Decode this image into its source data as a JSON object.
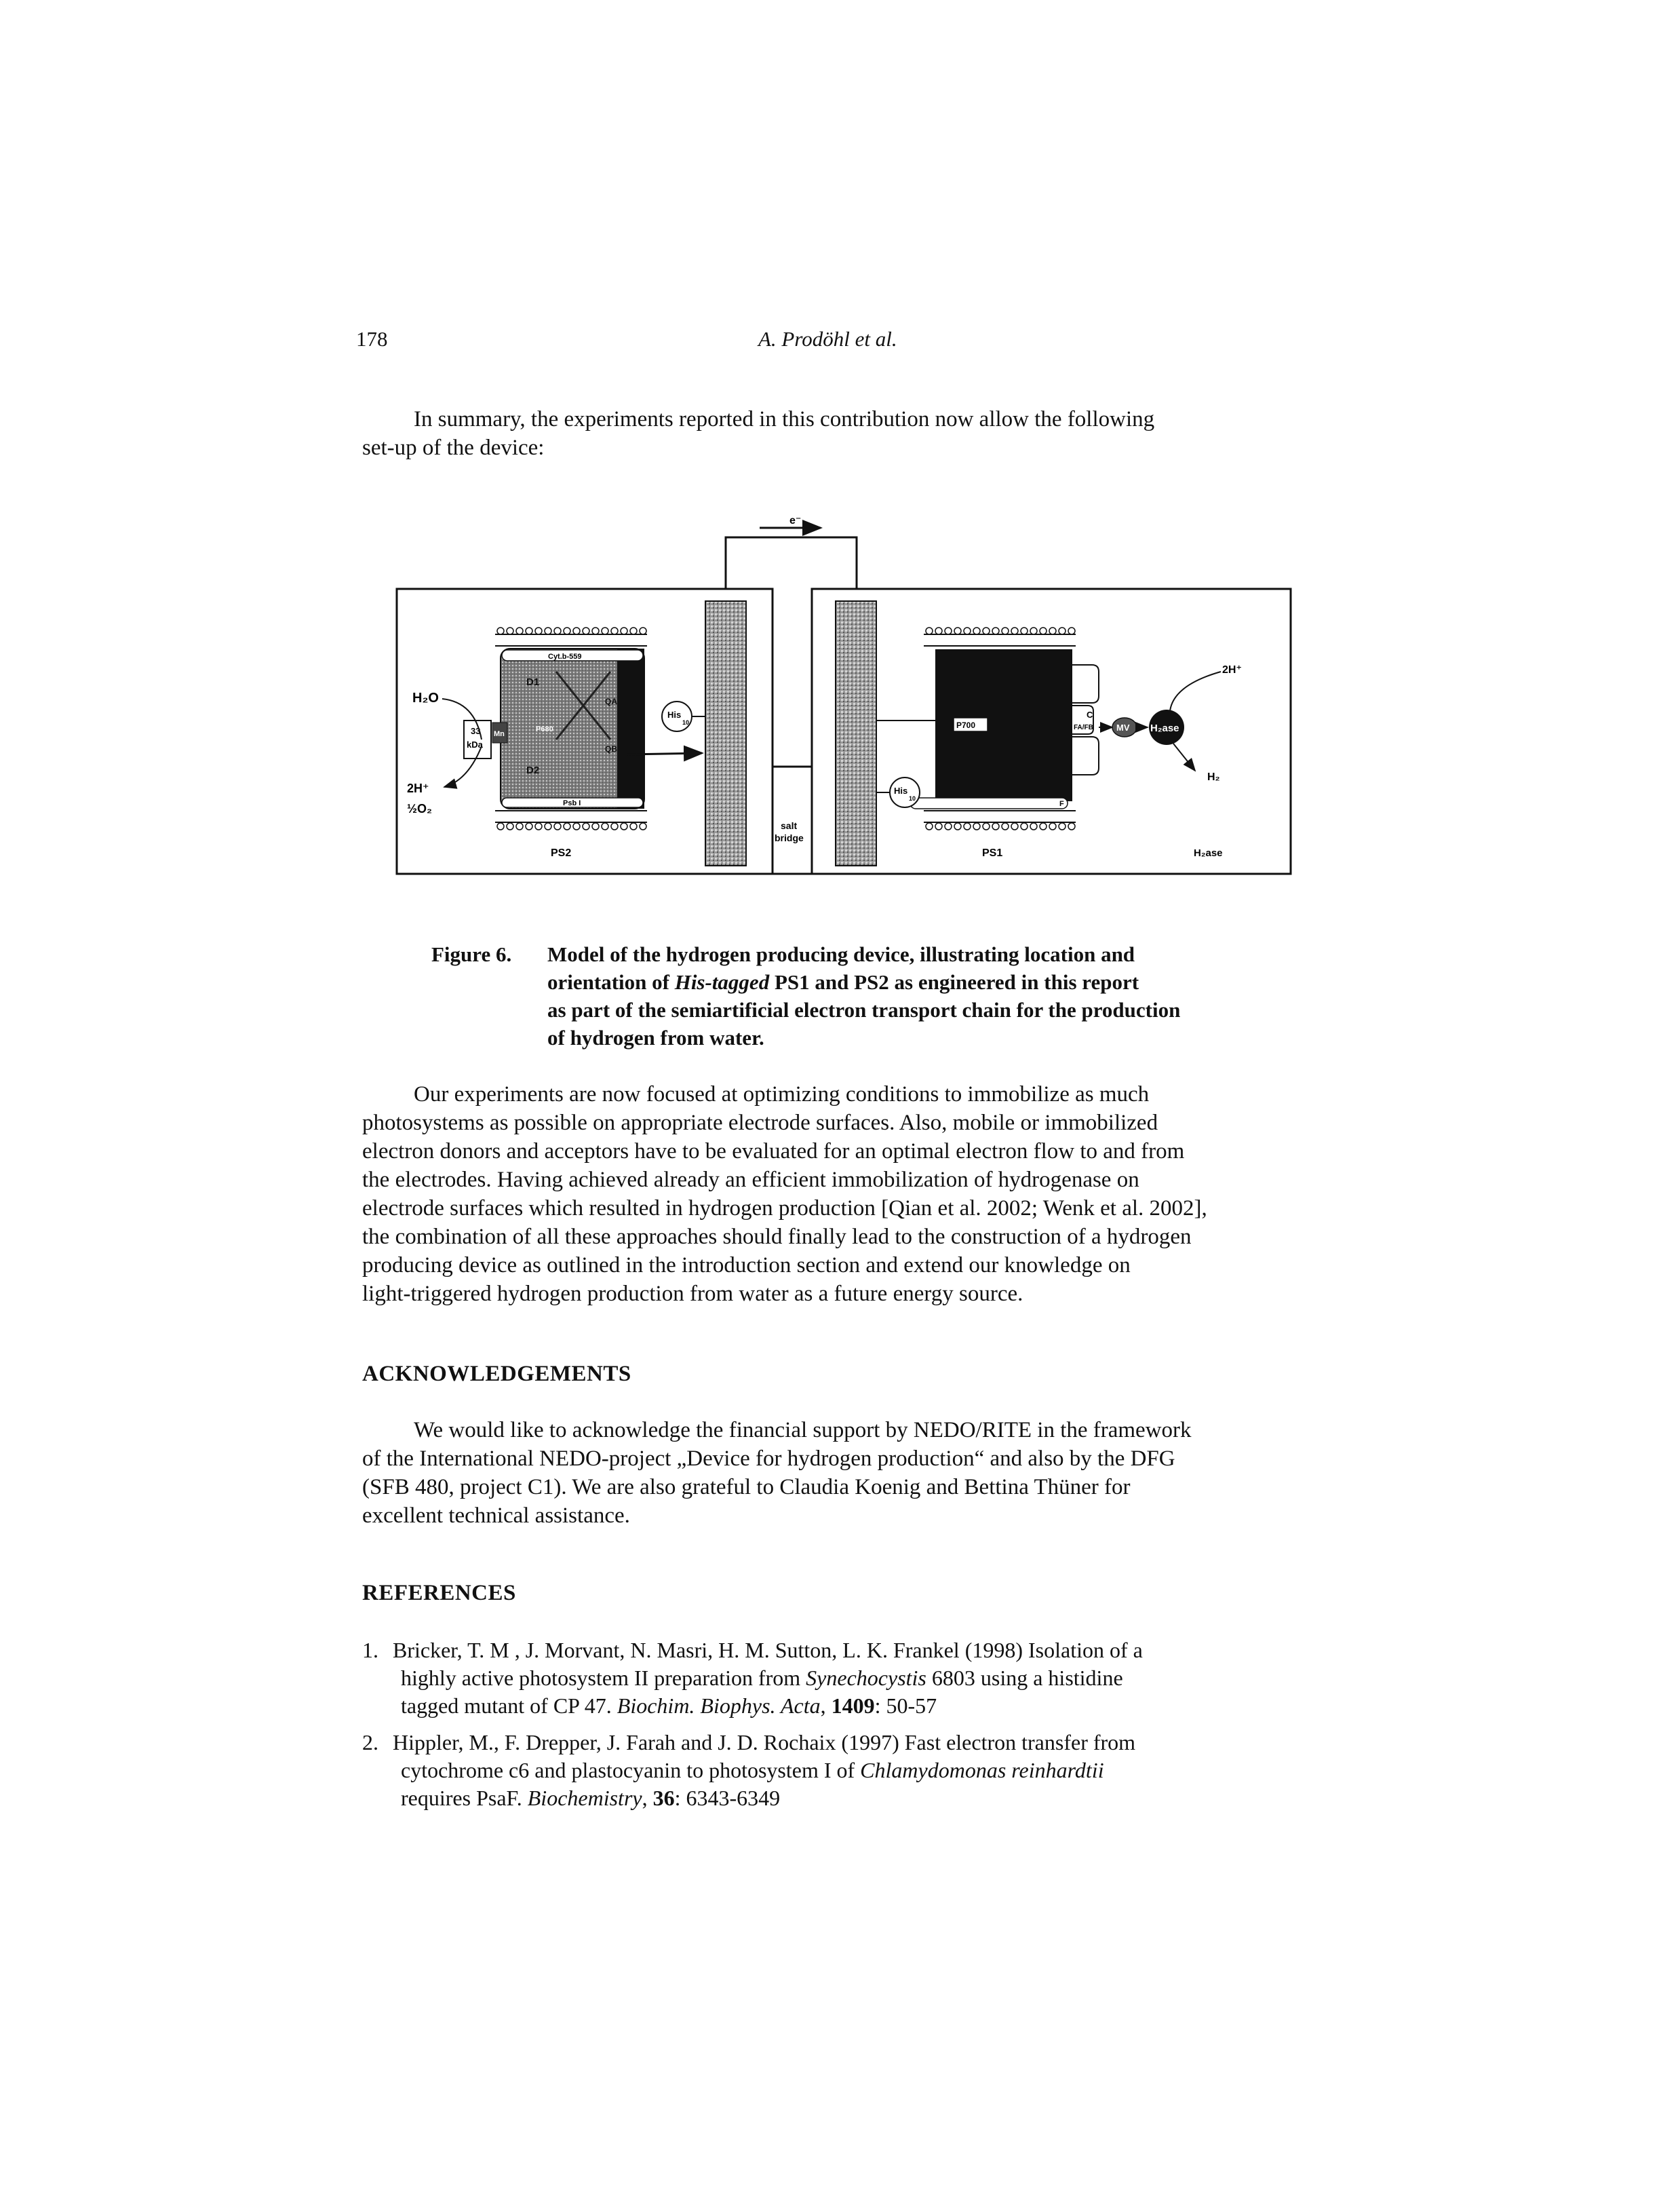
{
  "header": {
    "page_number": "178",
    "running_title": "A. Prodöhl et al."
  },
  "intro": {
    "line1": "In summary, the experiments reported in this contribution now allow the following",
    "line2": "set-up of the device:"
  },
  "figure": {
    "electron_label": "e⁻",
    "ps2_labels": {
      "h2o": "H₂O",
      "cyt": "Cyt.b-559",
      "d1": "D1",
      "d2": "D2",
      "kda33_a": "33",
      "kda33_b": "kDa",
      "mn": "Mn",
      "p680": "P680",
      "qa": "QA",
      "qb": "QB",
      "his": "His",
      "his_sub": "10",
      "psbi": "Psb I",
      "twoh": "2H⁺",
      "halfo2": "½O₂",
      "name": "PS2"
    },
    "bridge": {
      "line1": "salt",
      "line2": "bridge"
    },
    "ps1_labels": {
      "p700": "P700",
      "c": "C",
      "fafb": "FA/FB",
      "f": "F",
      "his": "His",
      "his_sub": "10",
      "mv": "MV",
      "h2ase": "H₂ase",
      "twoh": "2H⁺",
      "h2": "H₂",
      "name": "PS1",
      "h2ase_label": "H₂ase"
    }
  },
  "caption": {
    "label": "Figure 6.",
    "line1": "Model of the hydrogen producing device, illustrating location and",
    "line2_pre": "orientation of ",
    "line2_em": "His-tagged",
    "line2_post": " PS1 and PS2 as engineered in this report",
    "line3": "as part of the semiartificial electron transport chain for the production",
    "line4": "of hydrogen from water."
  },
  "paragraph2": [
    "Our experiments are now focused at optimizing conditions to immobilize as much",
    "photosystems as possible on appropriate electrode surfaces. Also, mobile or immobilized",
    "electron donors and acceptors have to be evaluated for an optimal electron flow to and from",
    "the electrodes. Having achieved already an efficient immobilization of hydrogenase on",
    "electrode surfaces which resulted in hydrogen production [Qian et al. 2002; Wenk et al. 2002],",
    "the combination of all these approaches should finally lead to the construction of a hydrogen",
    "producing device as outlined in the introduction section and extend our knowledge on",
    "light-triggered hydrogen production from water as a future energy source."
  ],
  "ack": {
    "heading": "ACKNOWLEDGEMENTS",
    "lines": [
      "We would like to acknowledge the financial support by NEDO/RITE in the framework",
      "of the International NEDO-project „Device for hydrogen production“ and also by the DFG",
      "(SFB 480, project C1). We are also grateful to Claudia Koenig and Bettina Thüner for",
      "excellent technical assistance."
    ]
  },
  "refs": {
    "heading": "REFERENCES",
    "r1": {
      "num": "1.",
      "l1": "Bricker, T. M , J. Morvant, N. Masri, H. M. Sutton, L. K. Frankel (1998) Isolation of a",
      "l2_pre": "highly active photosystem II preparation from ",
      "l2_em": "Synechocystis",
      "l2_post": " 6803 using a histidine",
      "l3_pre": "tagged mutant of CP 47. ",
      "l3_em": "Biochim. Biophys. Acta",
      "l3_sep": ", ",
      "l3_vol": "1409",
      "l3_post": ": 50-57"
    },
    "r2": {
      "num": "2.",
      "l1": "Hippler, M., F. Drepper, J. Farah and J. D. Rochaix (1997) Fast electron transfer from",
      "l2_pre": "cytochrome c6 and plastocyanin to photosystem I of ",
      "l2_em": "Chlamydomonas reinhardtii",
      "l3_pre": "requires PsaF. ",
      "l3_em": "Biochemistry",
      "l3_sep": ", ",
      "l3_vol": "36",
      "l3_post": ": 6343-6349"
    }
  }
}
